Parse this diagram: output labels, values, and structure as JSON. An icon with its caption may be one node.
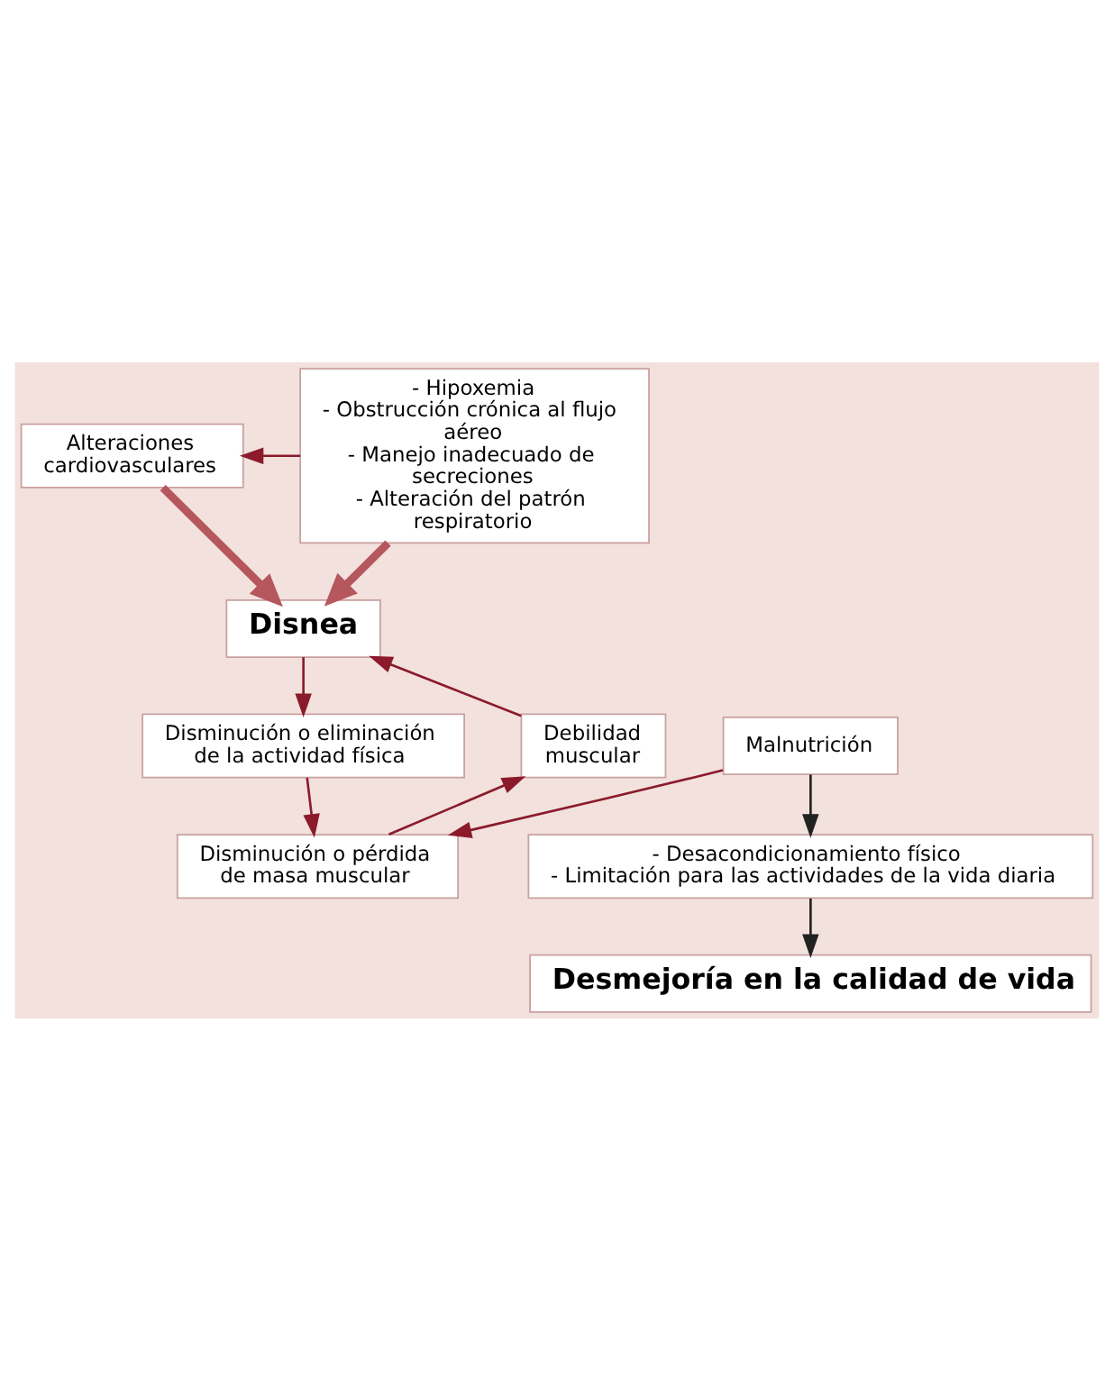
{
  "diagram": {
    "nodes": [
      {
        "text": [
          "Alteraciones cardiovasculares"
        ]
      },
      {
        "text": [
          "- Hipoxemia",
          "- Obstrucción crónica al flujo aéreo",
          "- Manejo inadecuado de secreciones",
          "- Alteración del patrón respiratorio"
        ]
      },
      {
        "text": [
          "Disnea"
        ]
      },
      {
        "text": [
          "Disminución o eliminación de la actividad física"
        ]
      },
      {
        "text": [
          "Debilidad muscular"
        ]
      },
      {
        "text": [
          "Disminución o pérdida de masa muscular"
        ]
      },
      {
        "text": [
          "Malnutrición"
        ]
      },
      {
        "text": [
          "- Desacondicionamiento físico",
          "- Limitación para las actividades de la vida diaria"
        ]
      },
      {
        "text": [
          "Desmejoría en la calidad de vida"
        ]
      }
    ],
    "edges": [
      {
        "from": 1,
        "to": 0,
        "arrow": "to"
      },
      {
        "from": 0,
        "to": 2,
        "arrow": "to",
        "style": "thick",
        "color": "#b5575c"
      },
      {
        "from": 1,
        "to": 2,
        "arrow": "to",
        "style": "thick",
        "color": "#b5575c"
      },
      {
        "from": 2,
        "to": 3,
        "arrow": "to"
      },
      {
        "from": 3,
        "to": 5,
        "arrow": "to"
      },
      {
        "from": 5,
        "to": 4,
        "arrow": "to"
      },
      {
        "from": 4,
        "to": 2,
        "arrow": "to"
      },
      {
        "from": 6,
        "to": 5,
        "arrow": "to"
      },
      {
        "from": 6,
        "to": 7,
        "arrow": "to",
        "color": "#222222"
      },
      {
        "from": 7,
        "to": 8,
        "arrow": "to",
        "color": "#222222"
      }
    ]
  }
}
